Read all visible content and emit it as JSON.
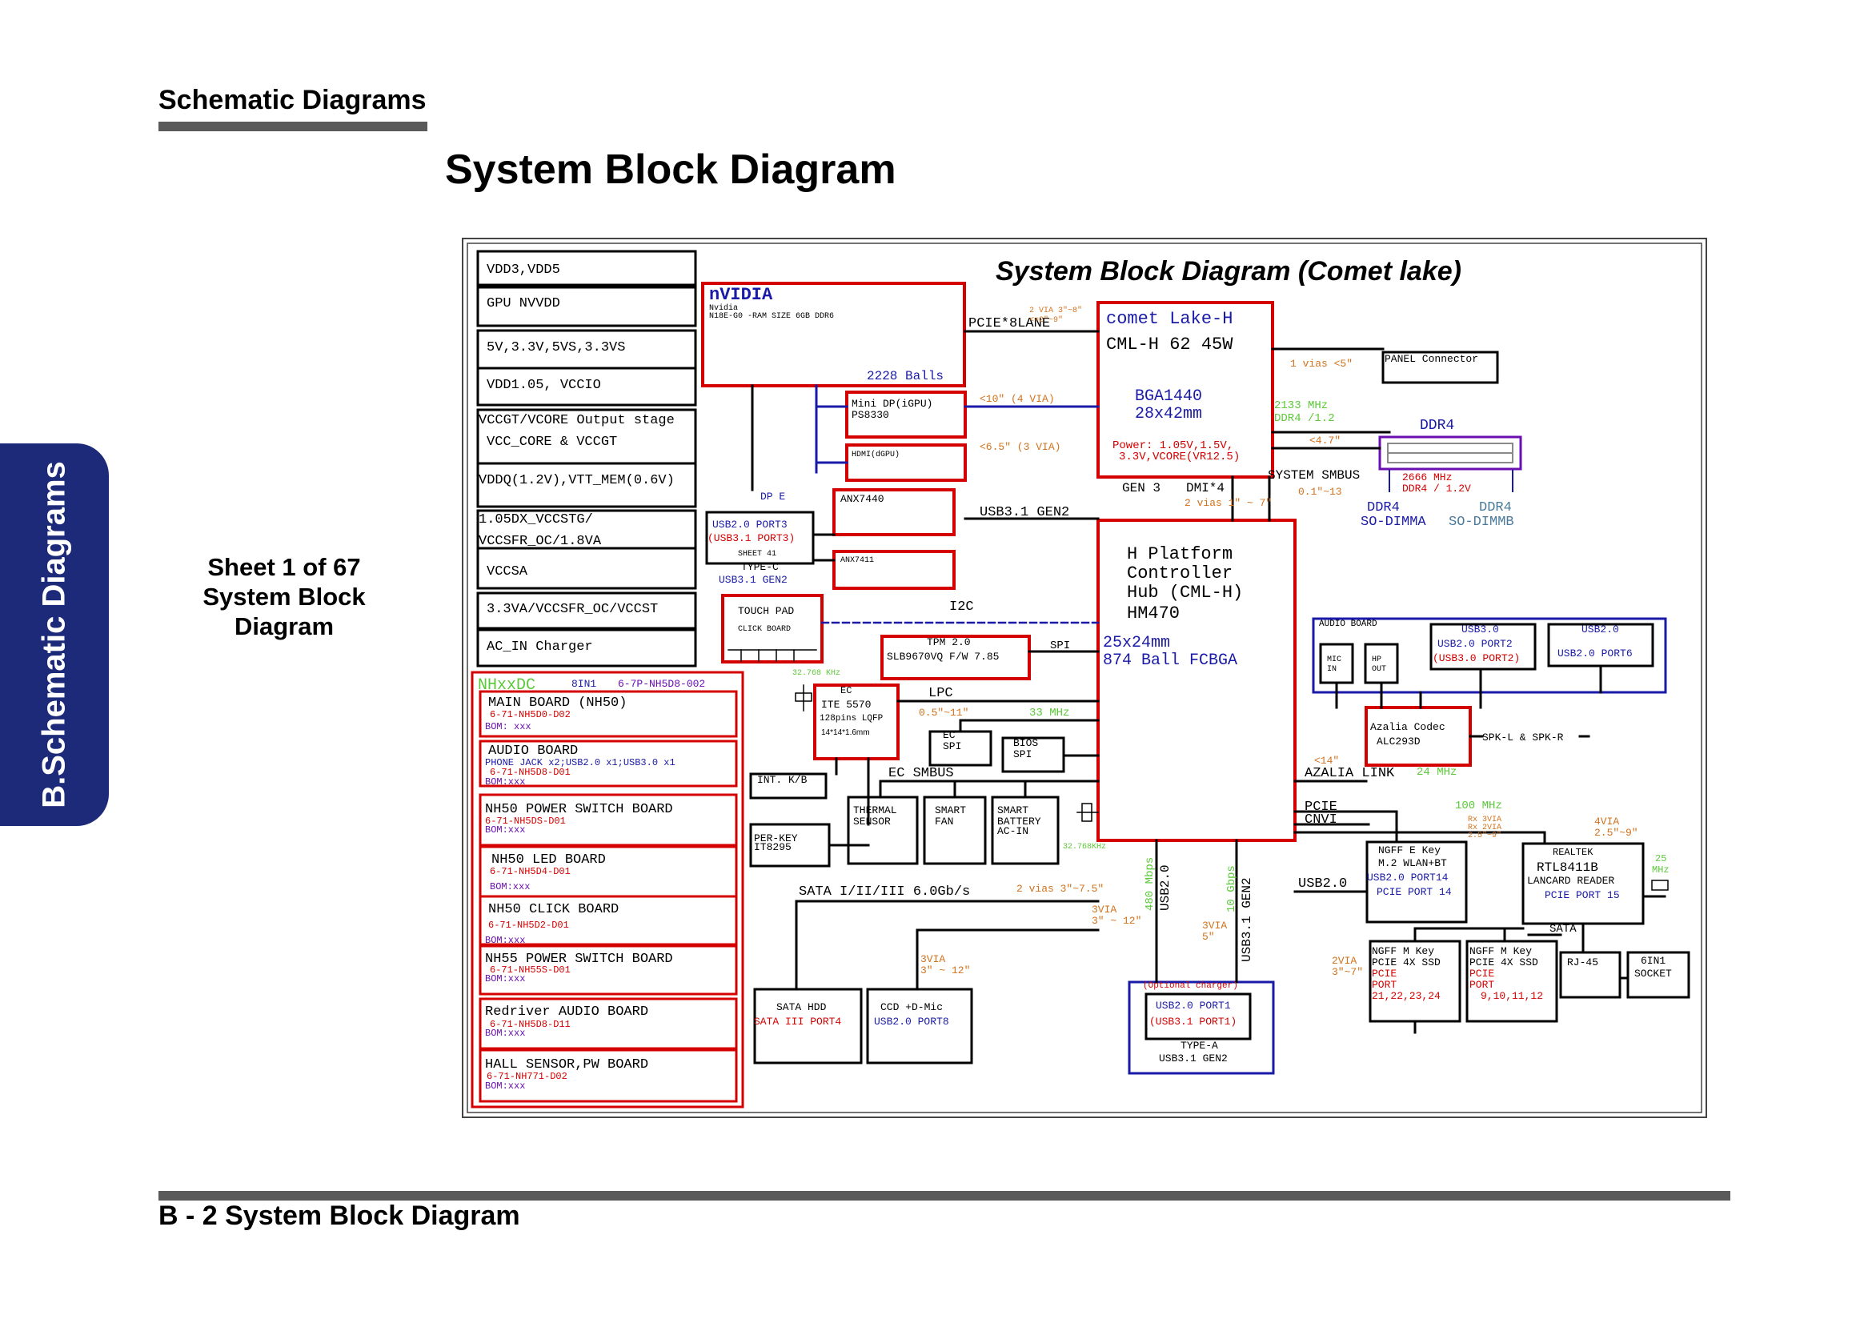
{
  "header": {
    "section_title": "Schematic  Diagrams",
    "page_title": "System Block Diagram"
  },
  "side_tab": {
    "label": "B.Schematic Diagrams"
  },
  "sheet_info": {
    "line1": "Sheet 1 of 67",
    "line2": "System Block",
    "line3": "Diagram"
  },
  "footer": {
    "label": "B - 2   System Block Diagram"
  },
  "diagram": {
    "title": "System Block Diagram (Comet lake)",
    "colors": {
      "red": "#d40000",
      "blue": "#1a1aa8",
      "green": "#5cc93a",
      "orange": "#d2721c",
      "purple": "#6a0fb0",
      "black": "#000000"
    },
    "power_rails": [
      "VDD3,VDD5",
      "GPU NVVDD",
      "5V,3.3V,5VS,3.3VS",
      "VDD1.05, VCCIO",
      "VCCGT/VCORE Output stage",
      "VCC_CORE & VCCGT",
      "VDDQ(1.2V),VTT_MEM(0.6V)",
      "1.05DX_VCCSTG/",
      "VCCSFR_OC/1.8VA",
      "VCCSA",
      "3.3VA/VCCSFR_OC/VCCST",
      "AC_IN Charger"
    ],
    "boards": {
      "header_left": "NHxxDC",
      "header_mid": "8IN1",
      "header_right": "6-7P-NH5D8-002",
      "items": [
        {
          "name": "MAIN BOARD    (NH50)",
          "pn": "6-71-NH5D0-D02",
          "bom": "BOM: xxx"
        },
        {
          "name": "AUDIO BOARD",
          "note": "PHONE JACK x2;USB2.0 x1;USB3.0 x1",
          "pn": "6-71-NH5D8-D01",
          "bom": "BOM:xxx"
        },
        {
          "name": "NH50 POWER SWITCH BOARD",
          "pn": "6-71-NH5DS-D01",
          "bom": "BOM:xxx"
        },
        {
          "name": "NH50 LED BOARD",
          "pn": "6-71-NH5D4-D01",
          "bom": "BOM:xxx"
        },
        {
          "name": "NH50 CLICK BOARD",
          "pn": "6-71-NH5D2-D01",
          "bom": "BOM:xxx"
        },
        {
          "name": "NH55 POWER SWITCH BOARD",
          "pn": "6-71-NH55S-D01",
          "bom": "BOM:xxx"
        },
        {
          "name": "Redriver AUDIO BOARD",
          "pn": "6-71-NH5D8-D11",
          "bom": "BOM:xxx"
        },
        {
          "name": "HALL SENSOR,PW BOARD",
          "pn": "6-71-NH771-D02",
          "bom": "BOM:xxx"
        }
      ]
    },
    "gpu": {
      "brand": "nVIDIA",
      "line1": "Nvidia",
      "line2": "N18E-G0 -RAM SIZE 6GB DDR6",
      "balls": "2228  Balls"
    },
    "cpu": {
      "title": "comet Lake-H",
      "model": "CML-H 62 45W",
      "pkg1": "BGA1440",
      "pkg2": "28x42mm",
      "power1": "Power: 1.05V,1.5V,",
      "power2": "3.3V,VCORE(VR12.5)"
    },
    "pch": {
      "l1": "H Platform",
      "l2": "Controller",
      "l3": "Hub (CML-H)",
      "l4": "HM470",
      "pkg1": "25x24mm",
      "pkg2": "874 Ball FCBGA"
    },
    "blocks": {
      "minidp": "Mini DP(iGPU)",
      "ps8330": "PS8330",
      "hdmi": "HDMI(dGPU)",
      "anx7440": "ANX7440",
      "anx7411": "ANX7411",
      "usbc1": "USB2.0 PORT3",
      "usbc2": "(USB3.1 PORT3)",
      "usbc3": "SHEET 41",
      "usbc4": "TYPE-C",
      "usbc5": "USB3.1 GEN2",
      "touchpad1": "TOUCH PAD",
      "touchpad2": "CLICK BOARD",
      "tpm1": "TPM 2.0",
      "tpm2": "SLB9670VQ F/W 7.85",
      "ec1": "EC",
      "ec2": "ITE 5570",
      "ec3": "128pins LQFP",
      "ec4": "14*14*1.6mm",
      "ecspi1": "EC",
      "ecspi2": "SPI",
      "bios1": "BIOS",
      "bios2": "SPI",
      "intkb": "INT. K/B",
      "perkey1": "PER-KEY",
      "perkey2": "IT8295",
      "thermal1": "THERMAL",
      "thermal2": "SENSOR",
      "fan1": "SMART",
      "fan2": "FAN",
      "batt1": "SMART",
      "batt2": "BATTERY",
      "batt3": "AC-IN",
      "hdd1": "SATA HDD",
      "hdd2": "SATA III PORT4",
      "ccd1": "CCD +D-Mic",
      "ccd2": "USB2.0 PORT8",
      "usba0": "(Optional charger)",
      "usba1": "USB2.0 PORT1",
      "usba2": "(USB3.1 PORT1)",
      "usba3": "TYPE-A",
      "usba4": "USB3.1 GEN2",
      "panel": "PANEL Connector",
      "ddr4_title": "DDR4",
      "ddr4_a1": "DDR4",
      "ddr4_a2": "SO-DIMMA",
      "ddr4_b1": "DDR4",
      "ddr4_b2": "SO-DIMMB",
      "audio_board": "AUDIO BOARD",
      "mic1": "MIC",
      "mic2": "IN",
      "hp1": "HP",
      "hp2": "OUT",
      "usb3a": "USB3.0",
      "usb3b": "USB2.0 PORT2",
      "usb3c": "(USB3.0 PORT2)",
      "usb2a": "USB2.0",
      "usb2b": "USB2.0 PORT6",
      "codec1": "Azalia Codec",
      "codec2": "ALC293D",
      "spk": "SPK-L & SPK-R",
      "wlan1": "NGFF E Key",
      "wlan2": "M.2 WLAN+BT",
      "wlan3": "USB2.0 PORT14",
      "wlan4": "PCIE PORT 14",
      "rtl1": "REALTEK",
      "rtl2": "RTL8411B",
      "rtl3": "LANCARD READER",
      "rtl4": "PCIE PORT 15",
      "ssd1_1": "NGFF M Key",
      "ssd1_2": "PCIE 4X SSD",
      "ssd1_3": "PCIE",
      "ssd1_4": "PORT",
      "ssd1_5": "21,22,23,24",
      "ssd2_1": "NGFF M Key",
      "ssd2_2": "PCIE 4X SSD",
      "ssd2_3": "PCIE",
      "ssd2_4": "PORT",
      "ssd2_5": "9,10,11,12",
      "rj45": "RJ-45",
      "sixin1_1": "6IN1",
      "sixin1_2": "SOCKET"
    },
    "labels": {
      "pcie8": "PCIE*8LANE",
      "via2": "2 VIA 3\"~8\"",
      "via2b": "<=2\"~9\"",
      "via10": "<10\" (4 VIA)",
      "via65": "<6.5\" (3 VIA)",
      "dpe": "DP E",
      "usb31gen2": "USB3.1 GEN2",
      "i2c": "I2C",
      "spi": "SPI",
      "lpc": "LPC",
      "lpc_len": "0.5\"~11\"",
      "mhz33": "33 MHz",
      "ecsmbus": "EC SMBUS",
      "khz32a": "32.768 KHz",
      "khz32b": "32.768KHz",
      "sata": "SATA I/II/III 6.0Gb/s",
      "sata_len": "2 vias 3\"~7.5\"",
      "via3a1": "3VIA",
      "via3a2": "3\" ~ 12\"",
      "via3b1": "3VIA",
      "via3b2": "3\" ~ 12\"",
      "usb20v": "USB2.0",
      "mbps480": "480 Mbps",
      "usb31v": "USB3.1 GEN2",
      "gbps10": "10 Gbps",
      "via3c1": "3VIA",
      "via3c2": "5\"",
      "gen3": "GEN 3",
      "dmi": "DMI*4",
      "dmi_len": "2 vias 1\" ~ 7\"",
      "sysmbus": "SYSTEM SMBUS",
      "sysmbus_len": "0.1\"~13",
      "vias1": "1 vias <5\"",
      "ddr_mhz": "2133 MHz",
      "ddr_v": "DDR4 /1.2",
      "ddr_len": "<4.7\"",
      "ddr2_mhz": "2666 MHz",
      "ddr2_v": "DDR4 / 1.2V",
      "azalia": "AZALIA LINK",
      "az_len": "<14\"",
      "mhz24": "24 MHz",
      "pcie": "PCIE",
      "cnvi": "CNVI",
      "mhz100": "100 MHz",
      "rx1": "Rx 3VIA",
      "rx2": "Rx 2VIA",
      "rx3": "2.5\"~9\"",
      "via4a": "4VIA",
      "via4b": "2.5\"~9\"",
      "usb20h": "USB2.0",
      "sata_r": "SATA",
      "mhz25a": "25",
      "mhz25b": "MHz",
      "via2l1": "2VIA",
      "via2l2": "3\"~7\""
    }
  }
}
